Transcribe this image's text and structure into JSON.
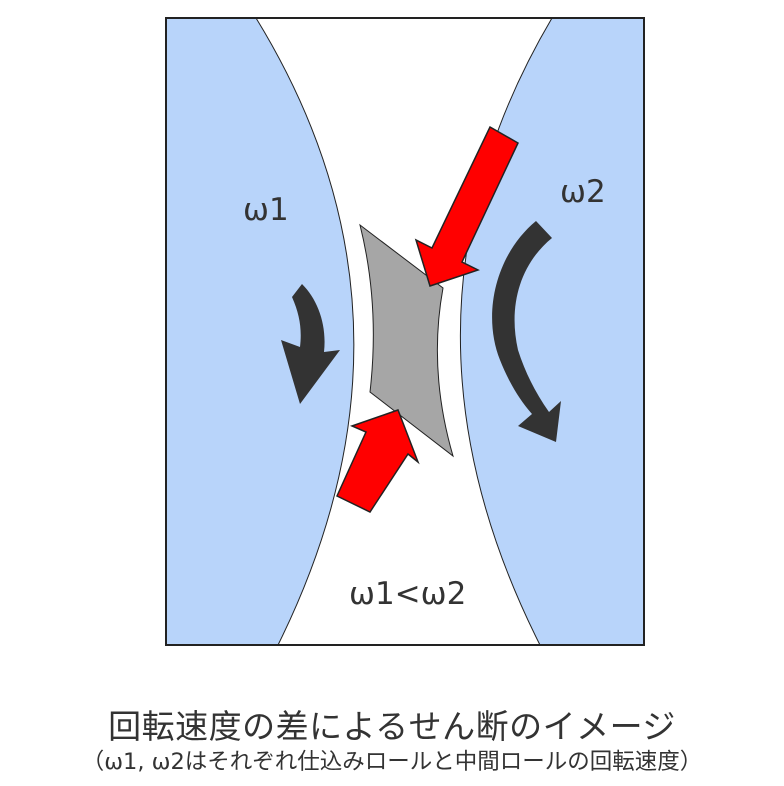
{
  "labels": {
    "omega_left": "ω1",
    "omega_right": "ω2",
    "omega_relation": "ω1<ω2"
  },
  "caption": {
    "title": "回転速度の差によるせん断のイメージ",
    "subtitle": "（ω1, ω2はそれぞれ仕込みロールと中間ロールの回転速度）"
  },
  "colors": {
    "roll_fill": "#b8d4fa",
    "material_fill": "#a6a6a6",
    "arrow_dark": "#333333",
    "arrow_red": "#ff0000",
    "outline": "#222222"
  }
}
